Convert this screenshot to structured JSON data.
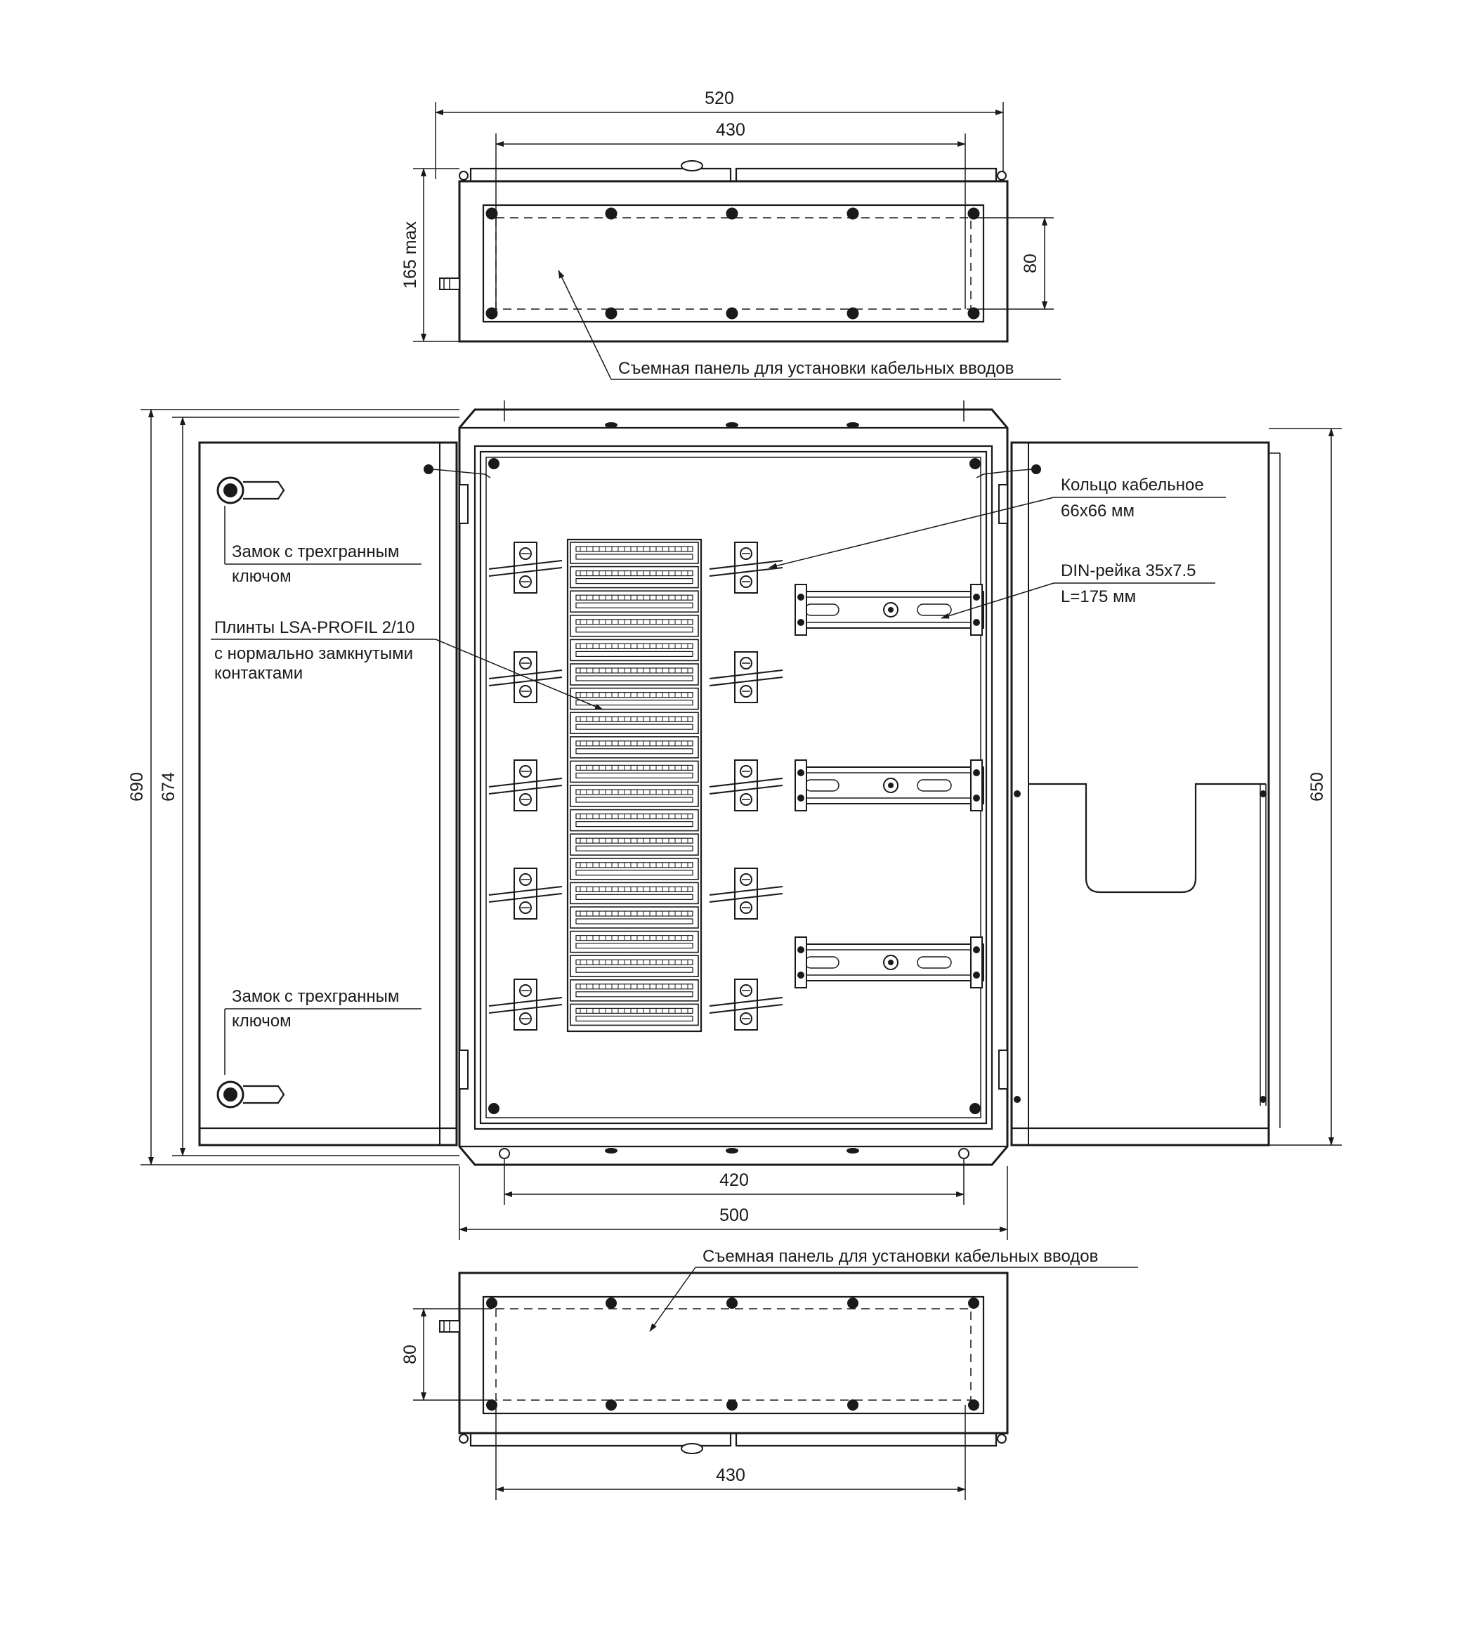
{
  "dimensions": {
    "top_outer_width": "520",
    "top_inner_width": "430",
    "top_depth": "165 max",
    "top_panel_height": "80",
    "overall_height": "690",
    "door_height": "674",
    "right_door_height": "650",
    "mounting_width": "420",
    "body_width": "500",
    "bottom_panel_height": "80",
    "bottom_inner_width": "430"
  },
  "labels": {
    "top_panel": "Съемная панель для установки кабельных вводов",
    "bottom_panel": "Съемная панель для установки кабельных вводов",
    "lock_top_line1": "Замок с трехгранным",
    "lock_top_line2": "ключом",
    "lock_bottom_line1": "Замок с трехгранным",
    "lock_bottom_line2": "ключом",
    "plinth_line1": "Плинты LSA-PROFIL 2/10",
    "plinth_line2": "с нормально замкнутыми",
    "plinth_line3": "контактами",
    "ring_line1": "Кольцо кабельное",
    "ring_line2": "66х66 мм",
    "din_line1": "DIN-рейка 35х7.5",
    "din_line2": "L=175 мм"
  }
}
